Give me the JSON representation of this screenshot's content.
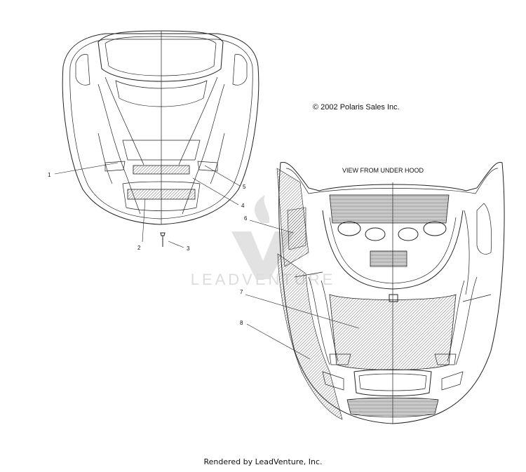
{
  "copyright": "© 2002 Polaris Sales Inc.",
  "view_label": "VIEW FROM UNDER HOOD",
  "watermark": "LEADVENTURE",
  "footer": "Rendered by LeadVenture, Inc.",
  "callouts": [
    "1",
    "2",
    "3",
    "4",
    "5",
    "6",
    "7",
    "8"
  ],
  "colors": {
    "line": "#222222",
    "watermark": "#d9d9d9"
  }
}
